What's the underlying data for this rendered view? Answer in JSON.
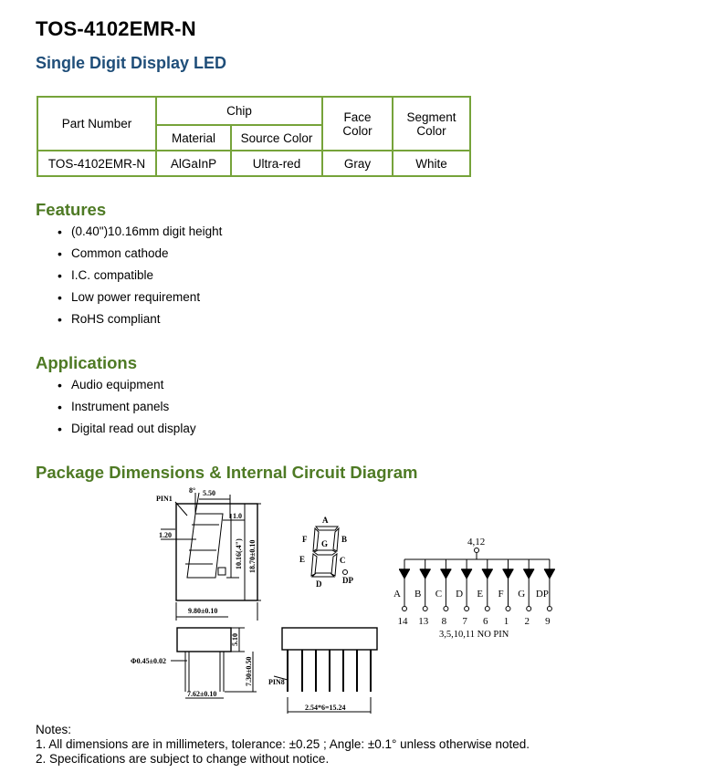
{
  "header": {
    "title": "TOS-4102EMR-N",
    "subtitle": "Single Digit Display LED"
  },
  "spec_table": {
    "part_number_header": "Part Number",
    "chip_header": "Chip",
    "material_header": "Material",
    "source_color_header": "Source Color",
    "face_color_header_1": "Face",
    "face_color_header_2": "Color",
    "segment_color_header_1": "Segment",
    "segment_color_header_2": "Color",
    "row": {
      "part_number": "TOS-4102EMR-N",
      "material": "AlGaInP",
      "source_color": "Ultra-red",
      "face_color": "Gray",
      "segment_color": "White"
    }
  },
  "features": {
    "heading": "Features",
    "items": [
      "(0.40\")10.16mm digit height",
      "Common cathode",
      "I.C. compatible",
      "Low power requirement",
      "RoHS compliant"
    ]
  },
  "applications": {
    "heading": "Applications",
    "items": [
      "Audio equipment",
      "Instrument panels",
      "Digital read out display"
    ]
  },
  "package": {
    "heading": "Package Dimensions & Internal Circuit Diagram",
    "labels": {
      "pin1": "PIN1",
      "angle": "8°",
      "d550": "5.50",
      "d120": "1.20",
      "d10": "1.0",
      "d1016": "10.16(.4\")",
      "d1870": "18.70±0.10",
      "d980": "9.80±0.10",
      "d045": "Φ0.45±0.02",
      "d510": "5.10",
      "d730": "7.30±0.50",
      "d762": "7.62±0.10",
      "pin8": "PIN8",
      "d254": "2.54*6=15.24"
    },
    "segments": {
      "a": "A",
      "b": "B",
      "c": "C",
      "d": "D",
      "e": "E",
      "f": "F",
      "g": "G",
      "dp": "DP"
    },
    "circuit": {
      "common_pins": "4,12",
      "segment_labels": [
        "A",
        "B",
        "C",
        "D",
        "E",
        "F",
        "G",
        "DP"
      ],
      "pin_numbers": [
        "14",
        "13",
        "8",
        "7",
        "6",
        "1",
        "2",
        "9"
      ],
      "no_pin": "3,5,10,11  NO  PIN"
    }
  },
  "notes": {
    "title": "Notes:",
    "line1": "1. All dimensions are in millimeters, tolerance: ±0.25 ; Angle: ±0.1° unless otherwise noted.",
    "line2": "2. Specifications are subject to change without notice."
  }
}
